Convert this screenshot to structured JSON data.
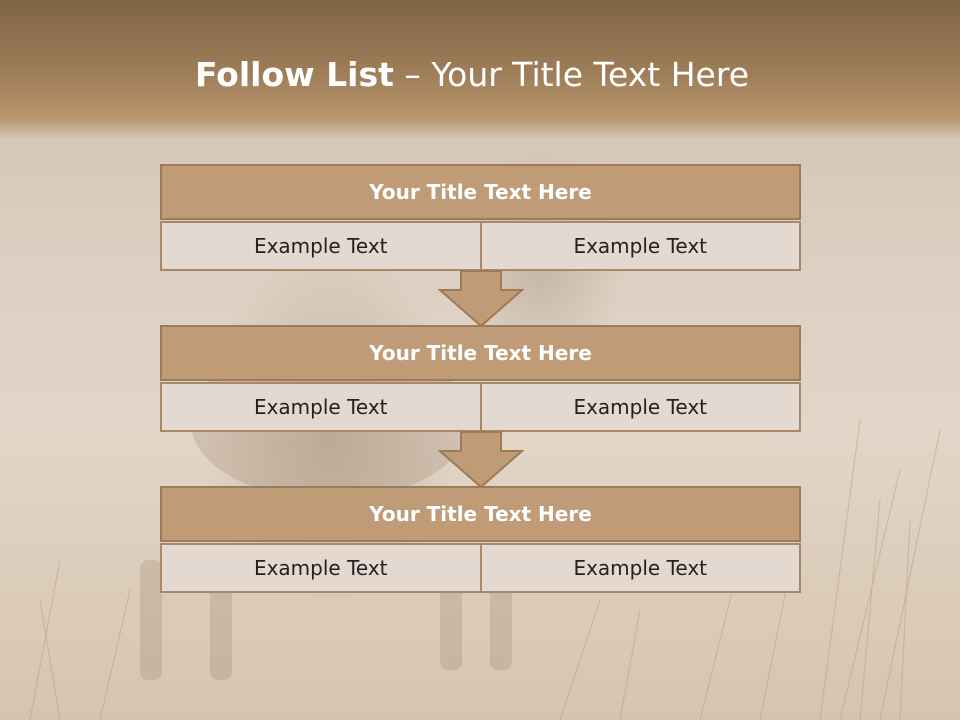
{
  "title": {
    "bold_text": "Follow List",
    "separator": " – ",
    "rest_text": "Your Title Text Here"
  },
  "groups": [
    {
      "title": "Your Title Text Here",
      "cells": [
        "Example Text",
        "Example Text"
      ]
    },
    {
      "title": "Your Title Text Here",
      "cells": [
        "Example Text",
        "Example Text"
      ]
    },
    {
      "title": "Your Title Text Here",
      "cells": [
        "Example Text",
        "Example Text"
      ]
    }
  ],
  "colors": {
    "title_band": "#a07f5a",
    "box_header": "#bf9b78",
    "box_cell": "#e4d9d0",
    "border": "#9c7c58",
    "arrow_fill": "#bf9b78"
  },
  "icons": {
    "connector": "down-arrow-icon",
    "background": "hyena-savanna-photo"
  }
}
